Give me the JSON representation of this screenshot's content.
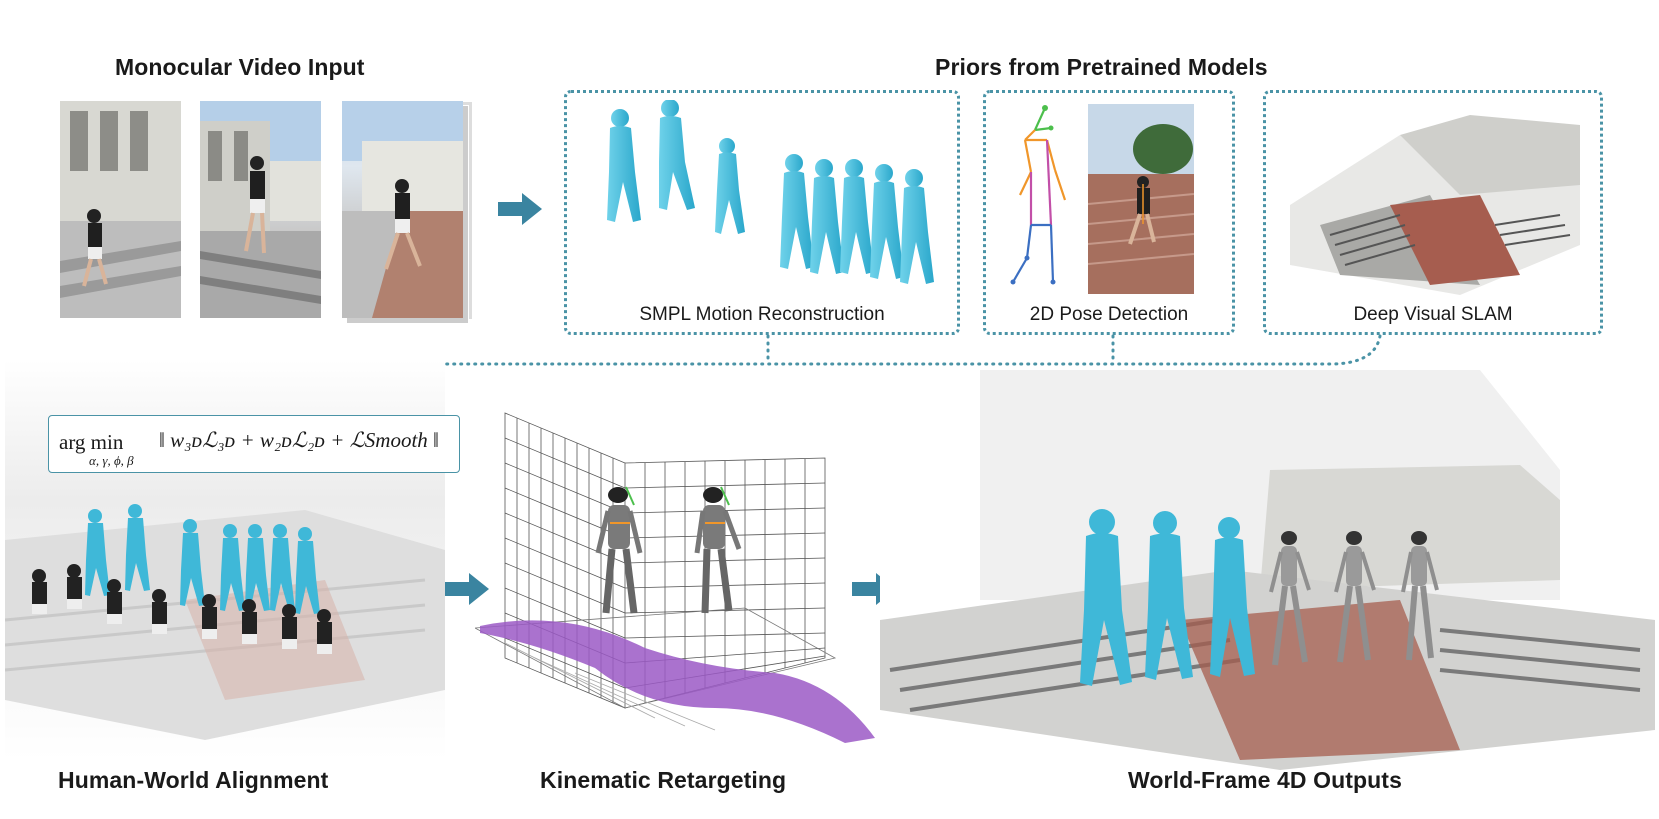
{
  "headings": {
    "monocular_input": "Monocular Video Input",
    "priors": "Priors from Pretrained Models",
    "human_world": "Human-World Alignment",
    "retargeting": "Kinematic Retargeting",
    "outputs": "World-Frame 4D Outputs"
  },
  "panels": {
    "smpl": "SMPL Motion Reconstruction",
    "pose2d": "2D Pose Detection",
    "slam": "Deep Visual SLAM"
  },
  "formula": {
    "argmin": "arg min",
    "subscript": "α, γ, ϕ, β",
    "expression": "‖ w₃ᴅℒ₃ᴅ + w₂ᴅℒ₂ᴅ + ℒSmooth ‖"
  },
  "colors": {
    "accent": "#3a84a0",
    "dotted": "#4a93a6",
    "smpl_body": "#3fb8d8",
    "terrain": "#9b59c6"
  }
}
